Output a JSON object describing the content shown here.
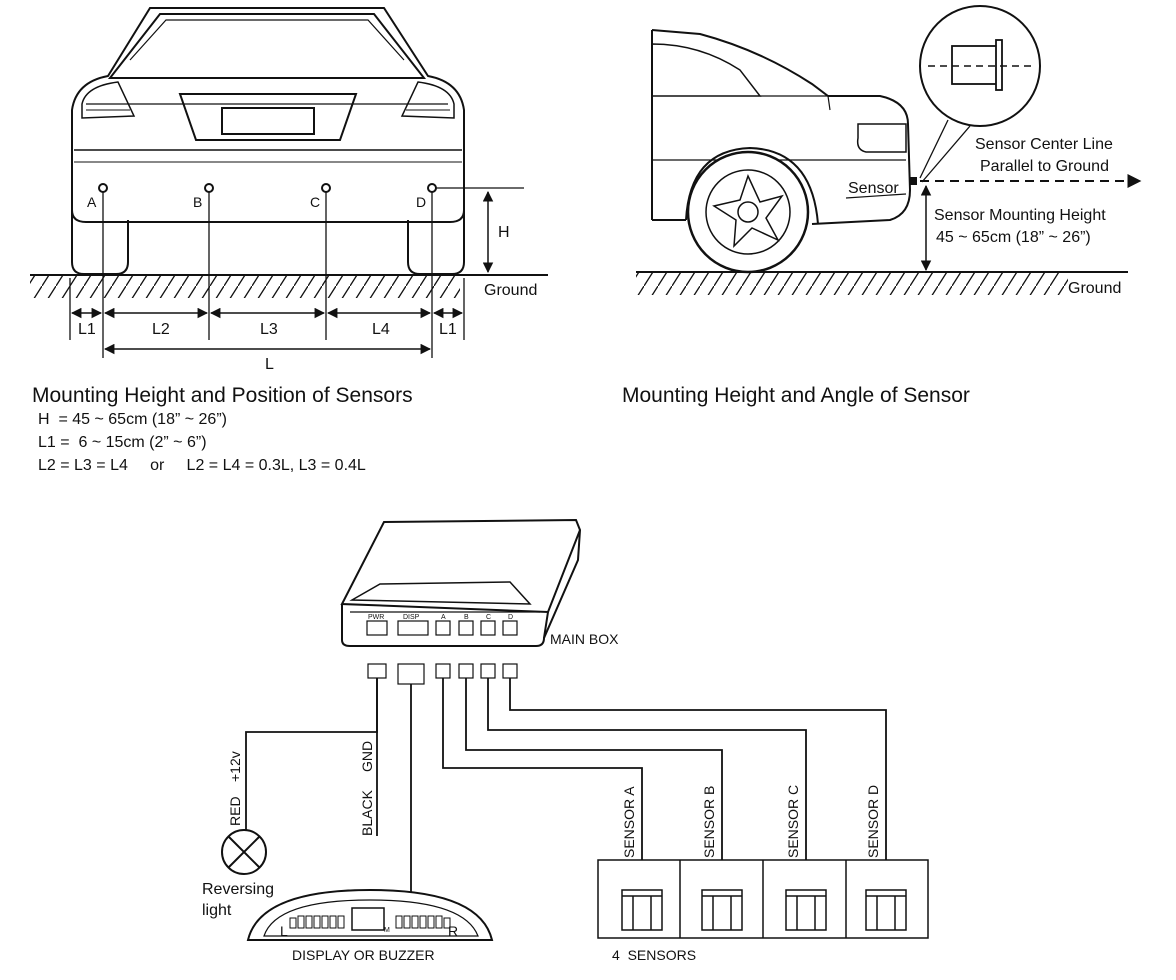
{
  "rear_view": {
    "sensor_letters": [
      "A",
      "B",
      "C",
      "D"
    ],
    "height_label": "H",
    "ground_label": "Ground",
    "spacing_labels": [
      "L1",
      "L2",
      "L3",
      "L4",
      "L1"
    ],
    "total_label": "L",
    "caption": "Mounting Height and Position of Sensors",
    "specs": [
      "H  = 45 ~ 65cm (18” ~ 26”)",
      "L1 =  6 ~ 15cm (2” ~ 6”)",
      "L2 = L3 = L4     or     L2 = L4 = 0.3L, L3 = 0.4L"
    ]
  },
  "side_view": {
    "centerline_label_1": "Sensor Center Line",
    "centerline_label_2": "Parallel to Ground",
    "sensor_label": "Sensor",
    "height_label_1": "Sensor Mounting Height",
    "height_label_2": "45 ~ 65cm (18” ~ 26”)",
    "ground_label": "Ground",
    "caption": "Mounting Height and Angle of Sensor"
  },
  "wiring": {
    "main_box_label": "MAIN BOX",
    "port_labels": [
      "PWR",
      "DISP",
      "A",
      "B",
      "C",
      "D"
    ],
    "power_red": "RED",
    "power_12v": "+12v",
    "ground_black": "BLACK",
    "ground_gnd": "GND",
    "reversing_light_1": "Reversing",
    "reversing_light_2": "light",
    "display_label": "DISPLAY OR BUZZER",
    "display_left": "L",
    "display_mid": "M",
    "display_right": "R",
    "sensor_labels": [
      "SENSOR A",
      "SENSOR B",
      "SENSOR C",
      "SENSOR D"
    ],
    "sensors_count_label": "4  SENSORS"
  }
}
